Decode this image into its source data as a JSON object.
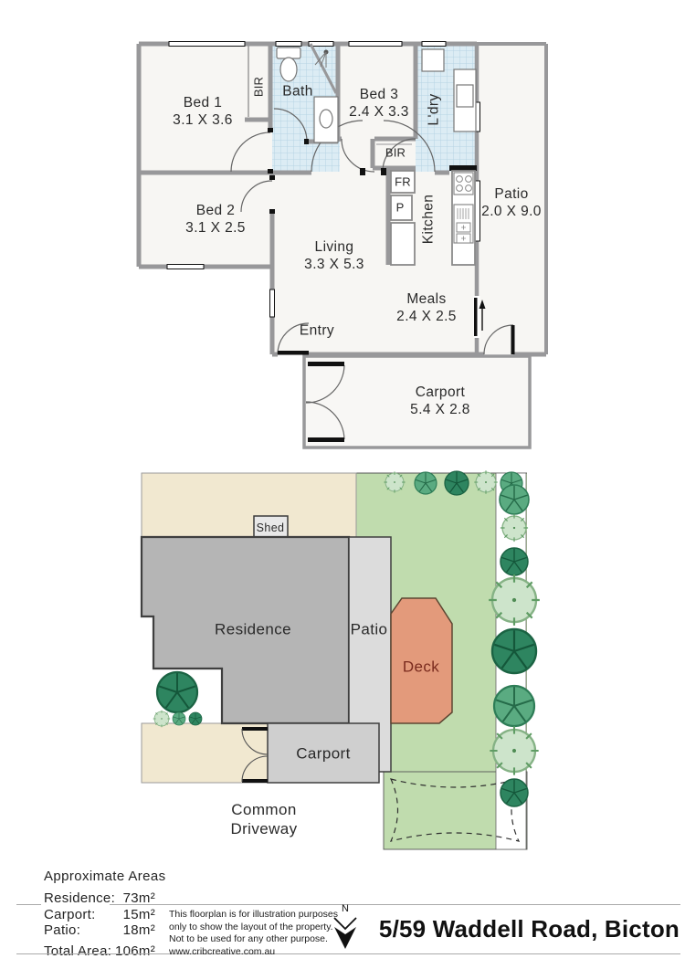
{
  "floorplan": {
    "rooms": {
      "bed1": {
        "name": "Bed 1",
        "dims": "3.1 X 3.6"
      },
      "bed2": {
        "name": "Bed 2",
        "dims": "3.1 X 2.5"
      },
      "bed3": {
        "name": "Bed 3",
        "dims": "2.4 X 3.3"
      },
      "bath": {
        "name": "Bath"
      },
      "living": {
        "name": "Living",
        "dims": "3.3 X 5.3"
      },
      "meals": {
        "name": "Meals",
        "dims": "2.4 X 2.5"
      },
      "kitchen": {
        "name": "Kitchen"
      },
      "laundry": {
        "name": "L'dry"
      },
      "patio": {
        "name": "Patio",
        "dims": "2.0 X 9.0"
      },
      "carport": {
        "name": "Carport",
        "dims": "5.4 X 2.8"
      },
      "entry": {
        "name": "Entry"
      },
      "bir_bed1": {
        "name": "BIR"
      },
      "bir_bed3": {
        "name": "BIR"
      },
      "fridge": {
        "name": "FR"
      },
      "pantry": {
        "name": "P"
      }
    }
  },
  "siteplan": {
    "labels": {
      "shed": "Shed",
      "residence": "Residence",
      "patio": "Patio",
      "deck": "Deck",
      "carport": "Carport",
      "common_driveway_line1": "Common",
      "common_driveway_line2": "Driveway"
    }
  },
  "areas": {
    "title": "Approximate Areas",
    "rows": [
      {
        "label": "Residence:",
        "value": "73m²"
      },
      {
        "label": "Carport:",
        "value": "15m²"
      },
      {
        "label": "Patio:",
        "value": "18m²"
      }
    ],
    "total": {
      "label": "Total Area:",
      "value": "106m²"
    }
  },
  "disclaimer": {
    "lines": [
      "This floorplan is for illustration purposes",
      "only to show the layout of the property.",
      "Not to be used for any other purpose.",
      "www.cribcreative.com.au"
    ]
  },
  "compass": {
    "label": "N"
  },
  "footer": {
    "address": "5/59 Waddell Road, Bicton"
  },
  "colors": {
    "wall": "#98989a",
    "floor": "#f7f6f3",
    "tile": "#dcecf4",
    "cream": "#f1e8d0",
    "residence_fill": "#b5b5b5",
    "site_patio_fill": "#dcdcdc",
    "site_carport_fill": "#cfcfcf",
    "deck_fill": "#e39a7b",
    "deck_text": "#7a2b1e",
    "grass": "#c0dcae",
    "tree_light": "#cde4cb",
    "tree_mid": "#5aab81",
    "tree_dark": "#2e8560"
  }
}
